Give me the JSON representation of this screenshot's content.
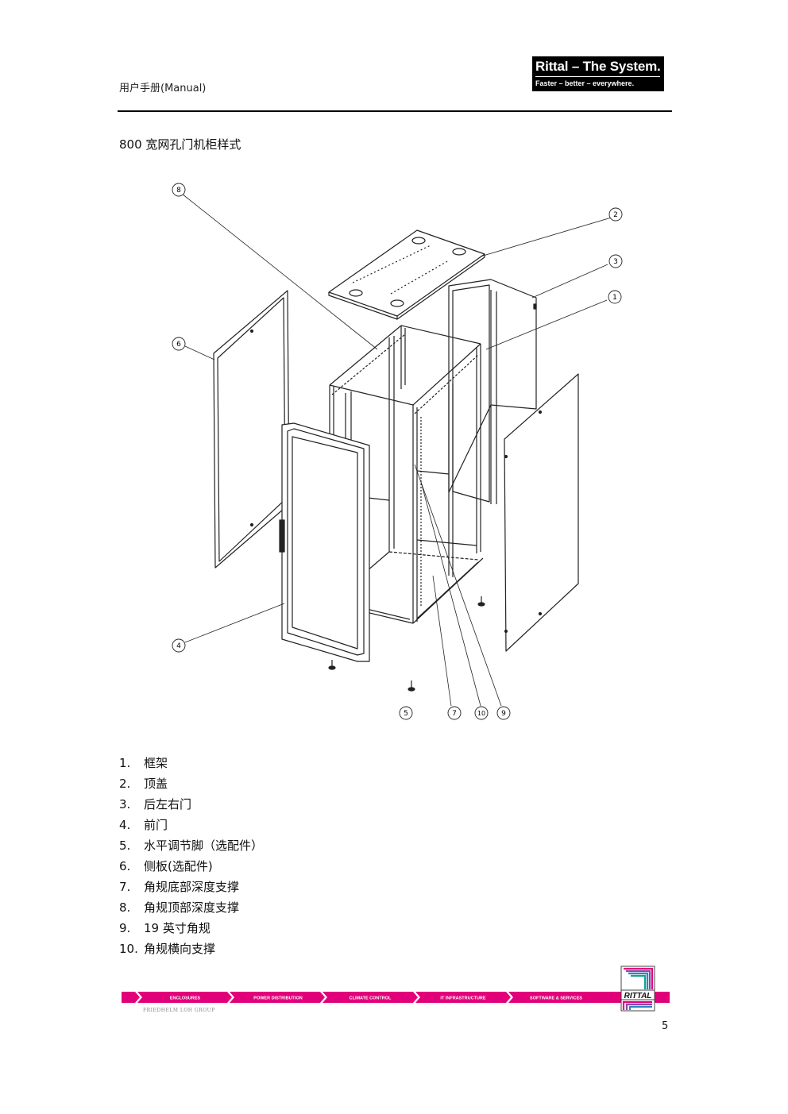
{
  "header": {
    "title": "用户手册(Manual)",
    "logo_main": "Rittal – The System.",
    "logo_sub": "Faster – better – everywhere."
  },
  "section_title": "800 宽网孔门机柜样式",
  "callouts": [
    "1",
    "2",
    "3",
    "4",
    "5",
    "6",
    "7",
    "8",
    "9",
    "10"
  ],
  "parts": [
    {
      "num": "1.",
      "label": "框架"
    },
    {
      "num": "2.",
      "label": "顶盖"
    },
    {
      "num": "3.",
      "label": "后左右门"
    },
    {
      "num": "4.",
      "label": "前门"
    },
    {
      "num": "5.",
      "label": "水平调节脚（选配件）"
    },
    {
      "num": "6.",
      "label": "侧板(选配件)"
    },
    {
      "num": "7.",
      "label": "角规底部深度支撑"
    },
    {
      "num": "8.",
      "label": "角规顶部深度支撑"
    },
    {
      "num": "9.",
      "label": "19 英寸角规"
    },
    {
      "num": "10.",
      "label": "角规横向支撑"
    }
  ],
  "footer": {
    "nav": [
      "ENCLOSURES",
      "POWER DISTRIBUTION",
      "CLIMATE CONTROL",
      "IT INFRASTRUCTURE",
      "SOFTWARE & SERVICES"
    ],
    "group": "FRIEDHELM LOH GROUP",
    "brand": "RITTAL",
    "accent_color": "#e2007a"
  },
  "page_number": "5"
}
